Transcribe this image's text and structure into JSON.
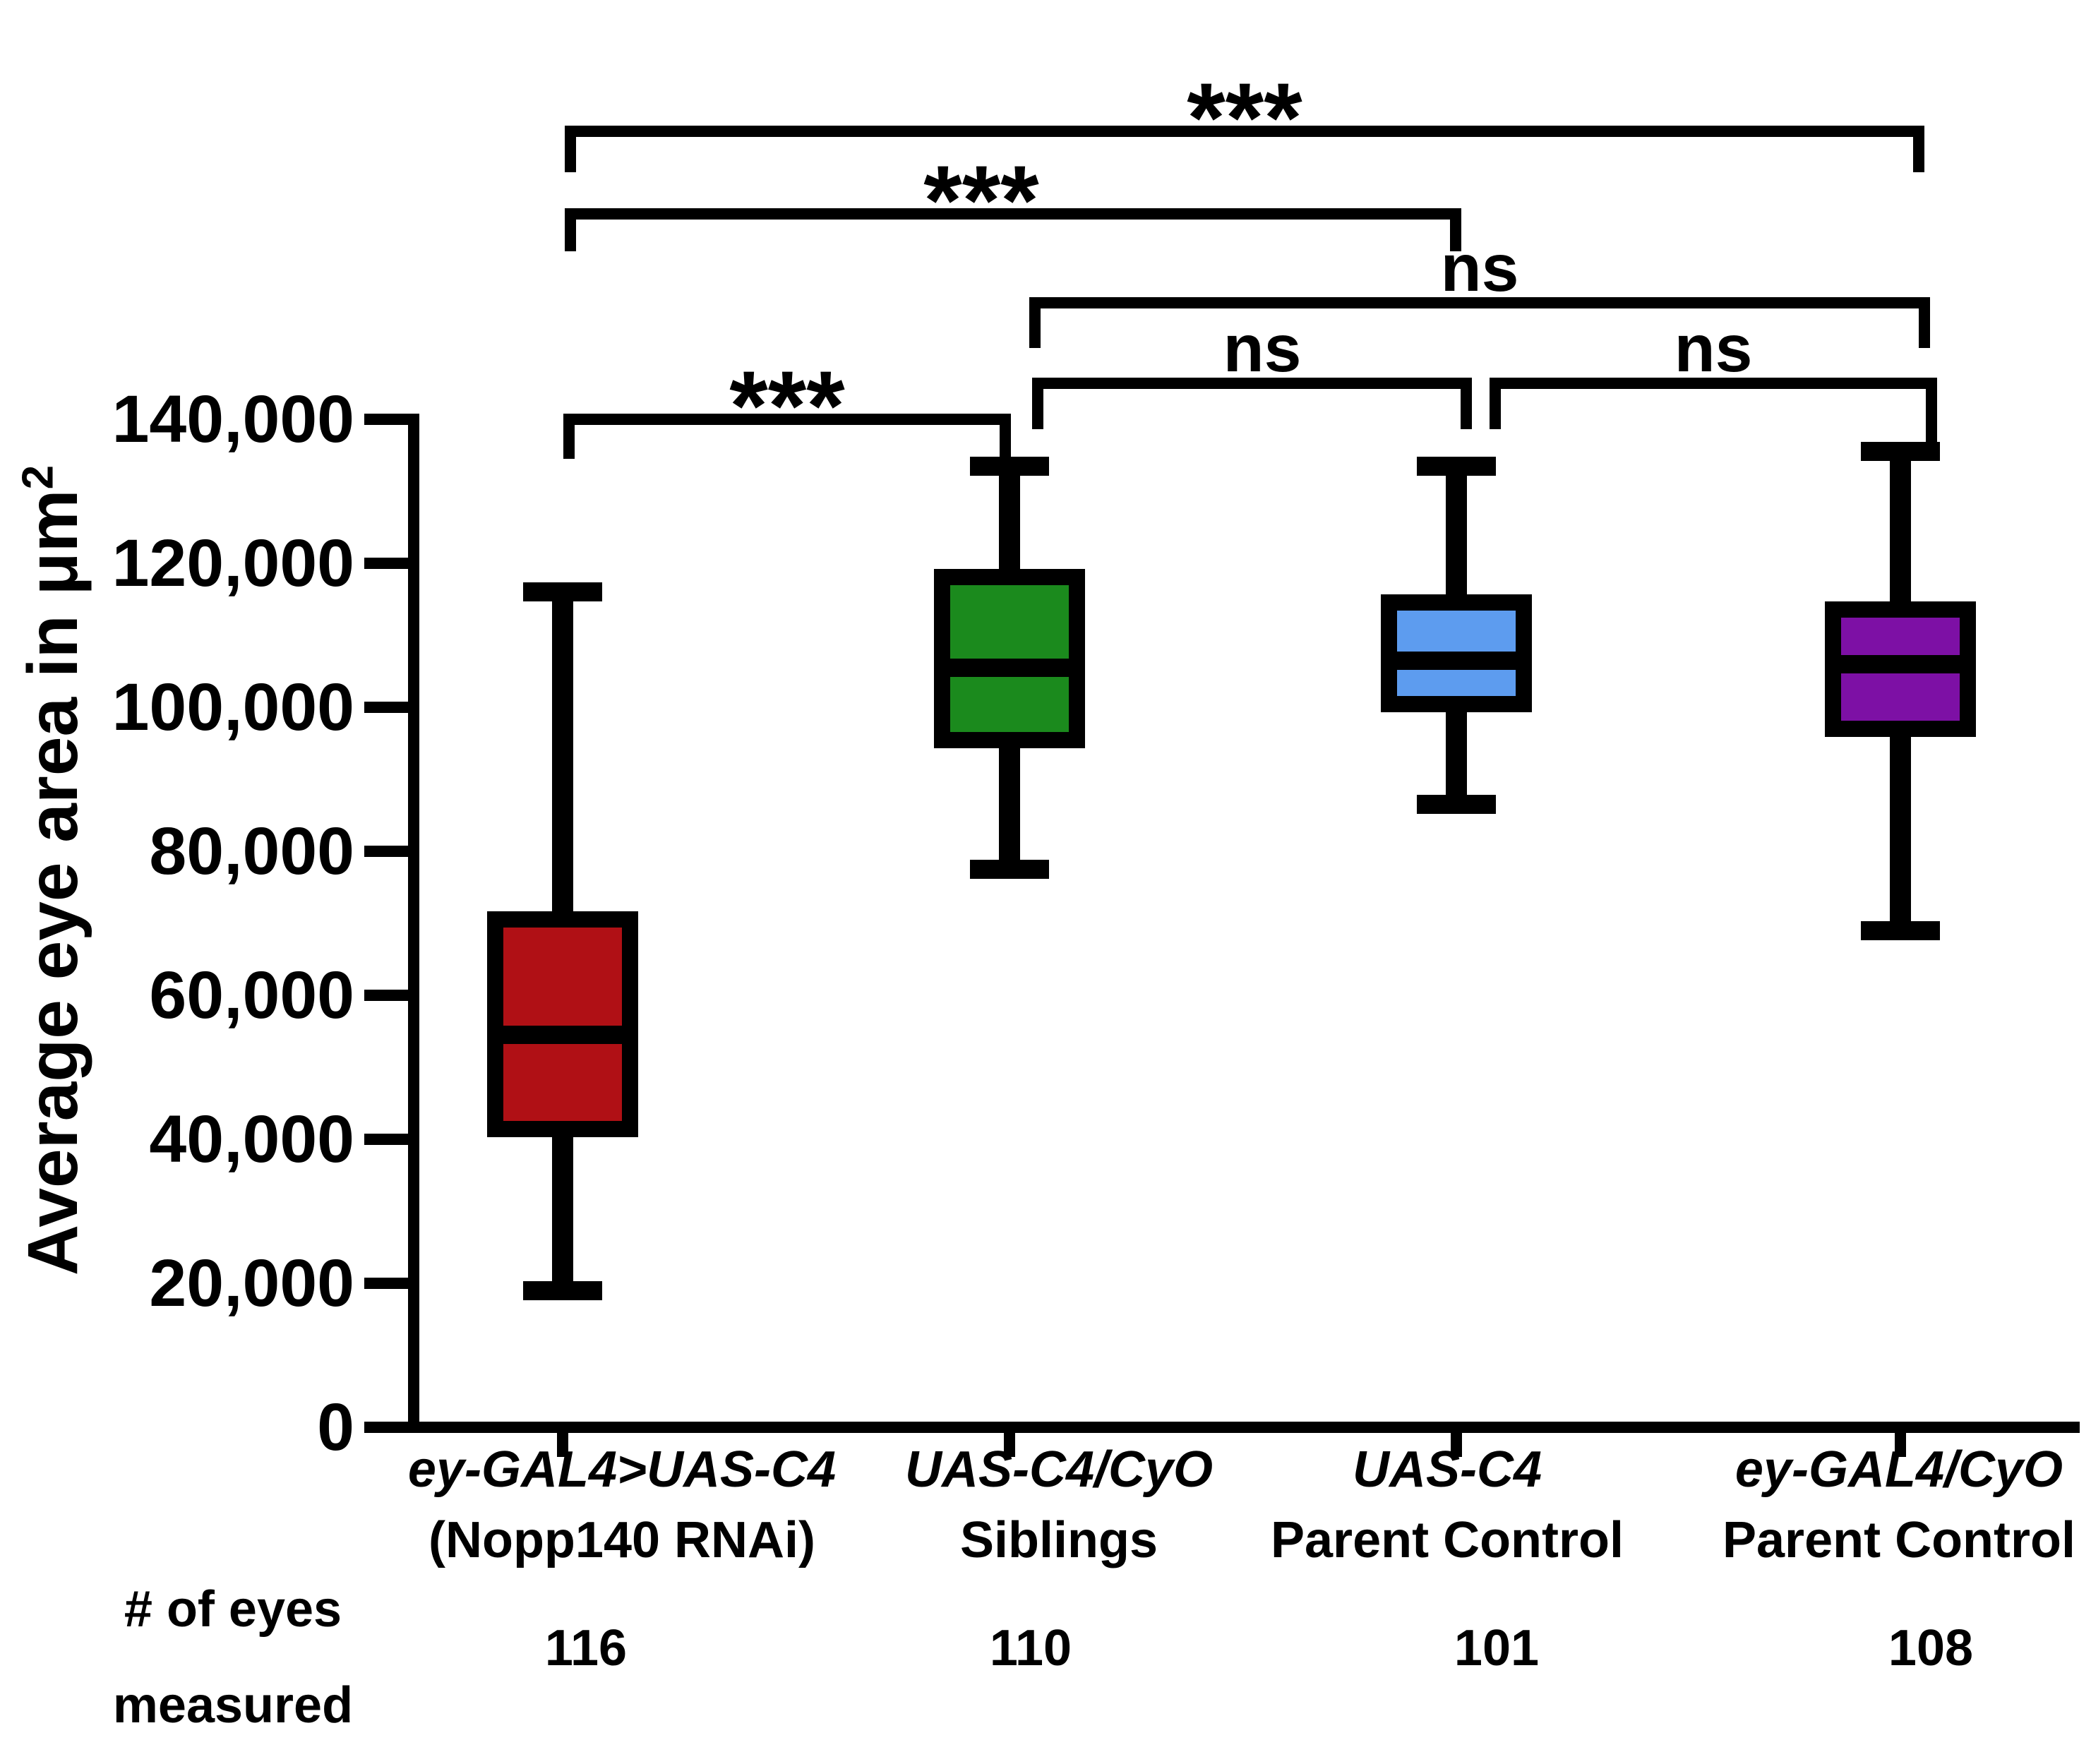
{
  "figure": {
    "background": "#ffffff",
    "ink_color": "#000000",
    "y_axis_title_main": "Average eye area in μm",
    "y_axis_title_sup": "2",
    "eyes_measured_line1": "# of eyes",
    "eyes_measured_line2": "measured"
  },
  "chart_data": {
    "type": "box",
    "title": "",
    "ylabel": "Average eye area in μm²",
    "xlabel": "",
    "ylim": [
      0,
      140000
    ],
    "grid": false,
    "yticks": [
      0,
      20000,
      40000,
      60000,
      80000,
      100000,
      120000,
      140000
    ],
    "ytick_labels": [
      "0",
      "20,000",
      "40,000",
      "60,000",
      "80,000",
      "100,000",
      "120,000",
      "140,000"
    ],
    "groups": [
      {
        "label_line1": "ey-GAL4>UAS-C4",
        "label_line2": "(Nopp140 RNAi)",
        "eyes_measured": "116",
        "color": "#b01015",
        "min": 19000,
        "q1": 41500,
        "median": 54500,
        "q3": 70500,
        "max": 116000
      },
      {
        "label_line1": "UAS-C4/CyO",
        "label_line2": "Siblings",
        "eyes_measured": "110",
        "color": "#1b8a1d",
        "min": 77500,
        "q1": 95500,
        "median": 105500,
        "q3": 118000,
        "max": 133500
      },
      {
        "label_line1": "UAS-C4",
        "label_line2": "Parent Control",
        "eyes_measured": "101",
        "color": "#5d9cef",
        "min": 86500,
        "q1": 100500,
        "median": 106500,
        "q3": 114500,
        "max": 133500
      },
      {
        "label_line1": "ey-GAL4/CyO",
        "label_line2": "Parent Control",
        "eyes_measured": "108",
        "color": "#7d10a5",
        "min": 69000,
        "q1": 97000,
        "median": 106000,
        "q3": 113500,
        "max": 135500
      }
    ],
    "significance": [
      {
        "a": 0,
        "b": 3,
        "label": "***"
      },
      {
        "a": 0,
        "b": 2,
        "label": "***"
      },
      {
        "a": 1,
        "b": 3,
        "label": "ns"
      },
      {
        "a": 1,
        "b": 2,
        "label": "ns"
      },
      {
        "a": 2,
        "b": 3,
        "label": "ns"
      },
      {
        "a": 0,
        "b": 1,
        "label": "***"
      }
    ]
  }
}
